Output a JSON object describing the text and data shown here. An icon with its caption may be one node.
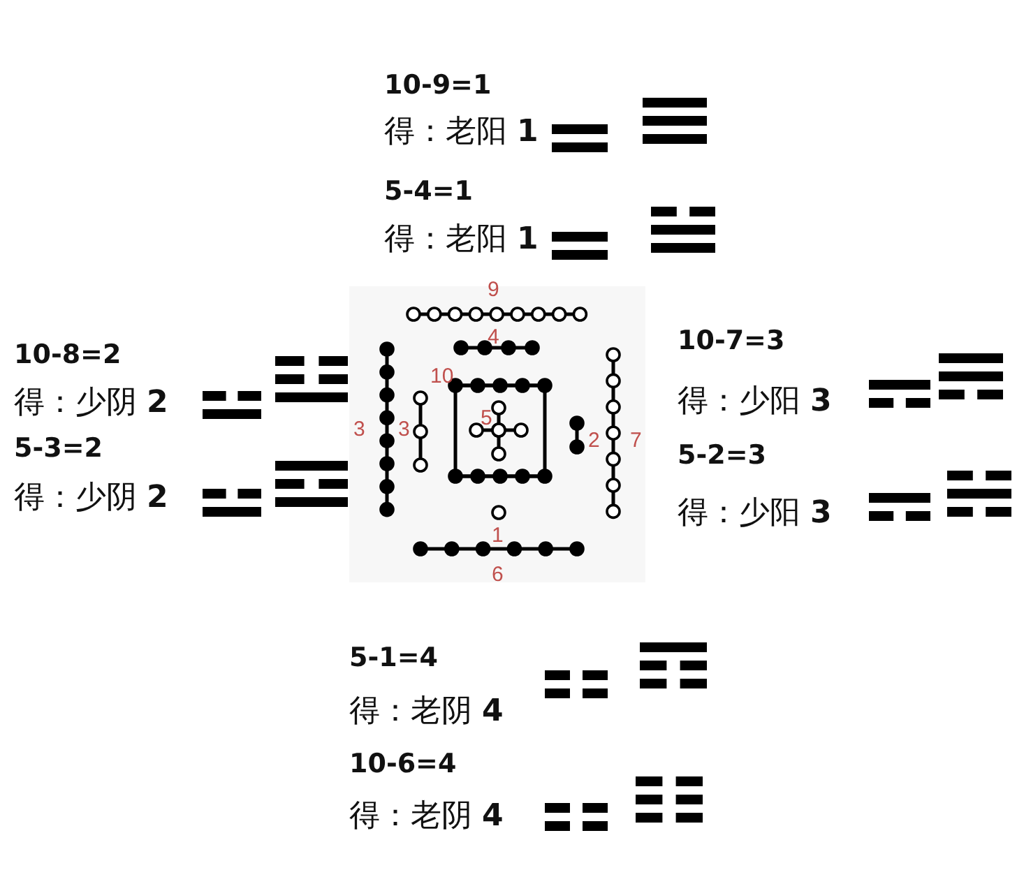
{
  "diagram": {
    "labels": [
      "10-9=1",
      "得：老阳 **1**",
      "5-4=1",
      "得：老阳 **1**",
      "10-8=2",
      "得：少阴 **2**",
      "5-3=2",
      "得：少阴 **2**",
      "9",
      "4",
      "10",
      "3",
      "3",
      "5",
      "2",
      "7",
      "1",
      "6",
      "10-7=3",
      "得：少阳 **3**",
      "5-2=3",
      "得：少阳 **3**",
      "5-1=4",
      "得：老阴 **4**",
      "10-6=4",
      "得：老阴 **4**"
    ]
  }
}
